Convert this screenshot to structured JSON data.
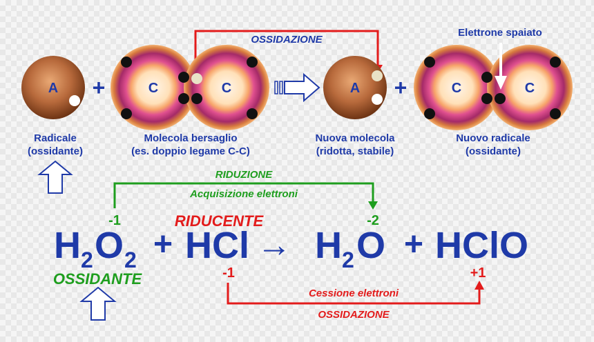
{
  "colors": {
    "blue": "#1f3aa8",
    "red": "#e31b1b",
    "green": "#1e9e1e",
    "atom_brown": "#a0522d",
    "ring_magenta": "#b0306e"
  },
  "top": {
    "ossidazione_label": "OSSIDAZIONE",
    "elettrone_spaiato_label": "Elettrone spaiato",
    "plus1": "+",
    "plus2": "+",
    "atom_a1": "A",
    "atom_c1": "C",
    "atom_c2": "C",
    "atom_a2": "A",
    "atom_c3": "C",
    "atom_c4": "C",
    "cap1_line1": "Radicale",
    "cap1_line2": "(ossidante)",
    "cap2_line1": "Molecola bersaglio",
    "cap2_line2": "(es. doppio legame C-C)",
    "cap3_line1": "Nuova molecola",
    "cap3_line2": "(ridotta, stabile)",
    "cap4_line1": "Nuovo radicale",
    "cap4_line2": "(ossidante)"
  },
  "bottom": {
    "riduzione_label": "RIDUZIONE",
    "acquisizione_label": "Acquisizione elettroni",
    "ox_minus1_top": "-1",
    "ox_minus2": "-2",
    "riducente_label": "RIDUCENTE",
    "eq_h": "H",
    "eq_2a": "2",
    "eq_o": "O",
    "eq_2b": "2",
    "eq_plus1": "+",
    "eq_hcl": "HCl",
    "eq_arrow": "→",
    "eq_h2": "H",
    "eq_2c": "2",
    "eq_o2": "O",
    "eq_plus2": "+",
    "eq_hclo": "HClO",
    "ossidante_label": "OSSIDANTE",
    "ox_minus1_bottom": "-1",
    "ox_plus1": "+1",
    "cessione_label": "Cessione elettroni",
    "ossidazione_label": "OSSIDAZIONE"
  }
}
